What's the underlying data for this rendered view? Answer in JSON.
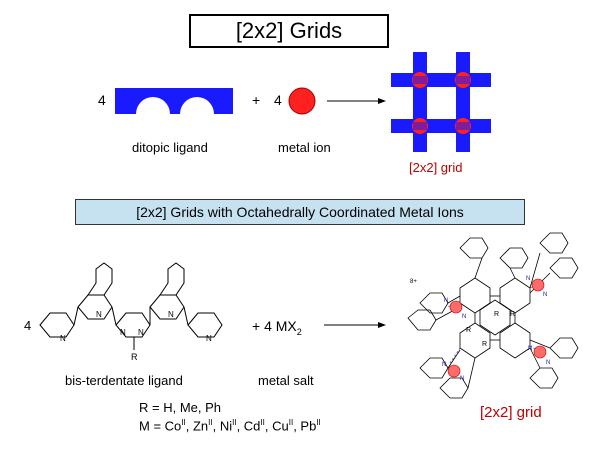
{
  "title": "[2x2] Grids",
  "top_section": {
    "ligand_count": "4",
    "plus": "+",
    "ion_count": "4",
    "ligand_label": "ditopic ligand",
    "ion_label": "metal ion",
    "grid_label": "[2x2] grid",
    "colors": {
      "ligand": "#1a1aff",
      "ion": "#ff2020",
      "grid_label": "#c00000"
    }
  },
  "subtitle": "[2x2] Grids with Octahedrally Coordinated Metal Ions",
  "bottom_section": {
    "ligand_count": "4",
    "salt_prefix": "+ 4 MX",
    "salt_subscript": "2",
    "substituent_R": "R",
    "ligand_label": "bis-terdentate ligand",
    "salt_label": "metal salt",
    "r_definition": "R = H, Me, Ph",
    "m_definition": {
      "prefix": "M = ",
      "metals": [
        {
          "el": "Co",
          "ox": "II",
          "sep": ", "
        },
        {
          "el": "Zn",
          "ox": "II",
          "sep": ", "
        },
        {
          "el": "Ni",
          "ox": "II",
          "sep": ", "
        },
        {
          "el": "Cd",
          "ox": "II",
          "sep": ", "
        },
        {
          "el": "Cu",
          "ox": "II",
          "sep": ", "
        },
        {
          "el": "Pb",
          "ox": "II",
          "sep": ""
        }
      ]
    },
    "grid_label": "[2x2] grid",
    "grid_R_labels": [
      "R",
      "R",
      "R",
      "R"
    ],
    "atom_N": "N",
    "charge_label": "8+"
  }
}
